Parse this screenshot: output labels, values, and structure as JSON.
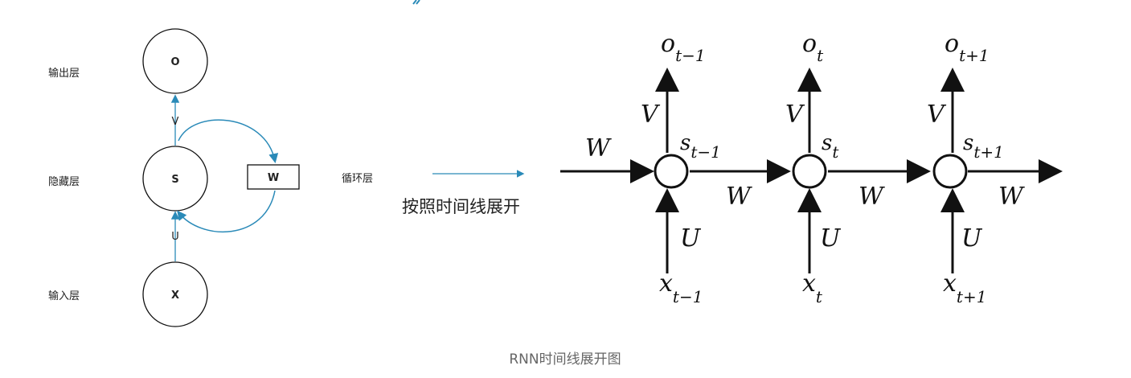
{
  "left_diagram": {
    "layer_labels": {
      "output": "输出层",
      "hidden": "隐藏层",
      "input": "输入层",
      "loop": "循环层"
    },
    "nodes": {
      "output": "O",
      "hidden": "S",
      "input": "X",
      "weight_box": "W"
    },
    "edge_labels": {
      "v": "V",
      "u": "U"
    }
  },
  "unfold_text": "按照时间线展开",
  "right_diagram": {
    "columns": [
      {
        "o": "o",
        "o_sub": "t−1",
        "s": "s",
        "s_sub": "t−1",
        "x": "x",
        "x_sub": "t−1"
      },
      {
        "o": "o",
        "o_sub": "t",
        "s": "s",
        "s_sub": "t",
        "x": "x",
        "x_sub": "t"
      },
      {
        "o": "o",
        "o_sub": "t+1",
        "s": "s",
        "s_sub": "t+1",
        "x": "x",
        "x_sub": "t+1"
      }
    ],
    "v_label": "V",
    "u_label": "U",
    "w_label": "W"
  },
  "caption": "RNN时间线展开图",
  "colors": {
    "accent": "#2a8ab8",
    "stroke": "#111111",
    "caption": "#666666"
  }
}
